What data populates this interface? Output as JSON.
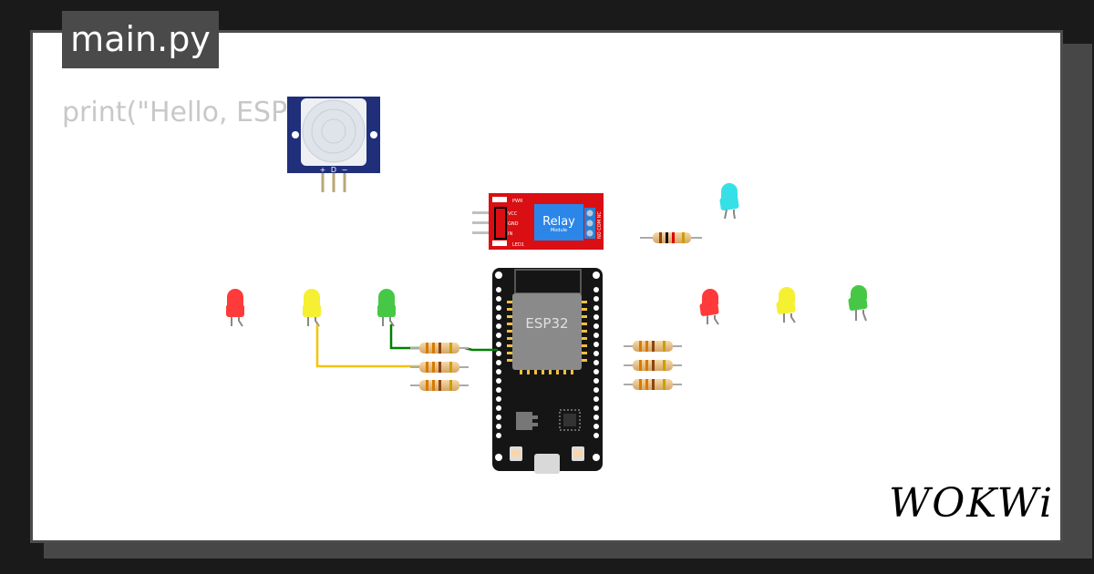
{
  "editor": {
    "file_tab": "main.py",
    "code_line": "print(\"Hello, ESP"
  },
  "components": {
    "pir_sensor": {
      "pin_labels": [
        "+",
        "D",
        "−"
      ]
    },
    "relay_module": {
      "title": "Relay",
      "subtitle": "Module",
      "pins_left": [
        "VCC",
        "GND",
        "IN"
      ],
      "indicator_labels": [
        "PWR",
        "LED1"
      ],
      "terminal_labels": "NO COM NC"
    },
    "esp32": {
      "chip_label": "ESP32"
    },
    "leds": {
      "left": [
        "red",
        "yellow",
        "green"
      ],
      "right": [
        "red",
        "yellow",
        "green"
      ],
      "top": [
        "cyan"
      ]
    }
  },
  "colors": {
    "red_led": "#ff3a3a",
    "yellow_led": "#f5f032",
    "green_led": "#46c846",
    "cyan_led": "#35e1e6",
    "relay_board": "#d90f14",
    "relay_body": "#2b86e8",
    "esp_board": "#151515",
    "wire_yellow": "#f2c500",
    "wire_green": "#008000",
    "pir_board": "#1f2f7a"
  },
  "brand": {
    "logo": "WOKWi"
  }
}
